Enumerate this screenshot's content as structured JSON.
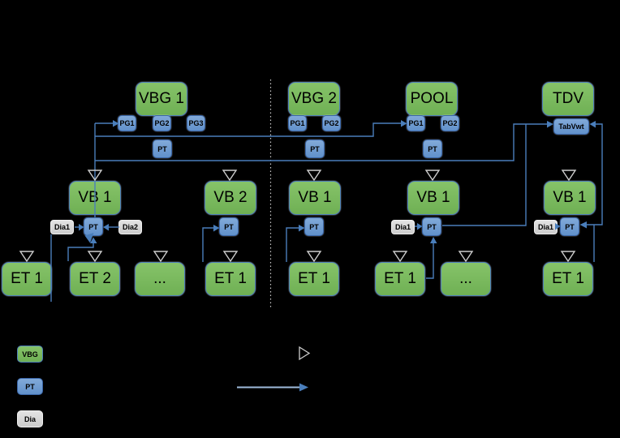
{
  "colors": {
    "background": "#000000",
    "green_fill": "#79B95D",
    "green_border": "#4E7FBA",
    "blue_fill": "#6C9BD2",
    "blue_border": "#3A66A8",
    "gray_fill": "#D6D6D6",
    "connector_blue": "#4A7EBB",
    "open_triangle_gray": "#CDCDCD"
  },
  "diagram": {
    "top_groups": {
      "vbg1": {
        "title": "VBG 1",
        "pg1": "PG1",
        "pg2": "PG2",
        "pg3": "PG3"
      },
      "vbg2": {
        "title": "VBG 2",
        "pg1": "PG1",
        "pg2": "PG2"
      },
      "pool": {
        "title": "POOL",
        "pg1": "PG1",
        "pg2": "PG2"
      },
      "tdv": {
        "title": "TDV",
        "tabvwt": "TabVwt"
      }
    },
    "pt_label": "PT",
    "dia_labels": {
      "dia1": "Dia1",
      "dia2": "Dia2"
    },
    "vb_row": [
      "VB 1",
      "VB 2",
      "VB 1",
      "VB 1",
      "VB 1"
    ],
    "et_row": [
      "ET 1",
      "ET 2",
      "...",
      "ET 1",
      "ET 1",
      "ET 1",
      "...",
      "ET 1"
    ]
  },
  "legend": {
    "vbg_box": "VBG",
    "pt_box": "PT",
    "dia_box": "Dia"
  }
}
